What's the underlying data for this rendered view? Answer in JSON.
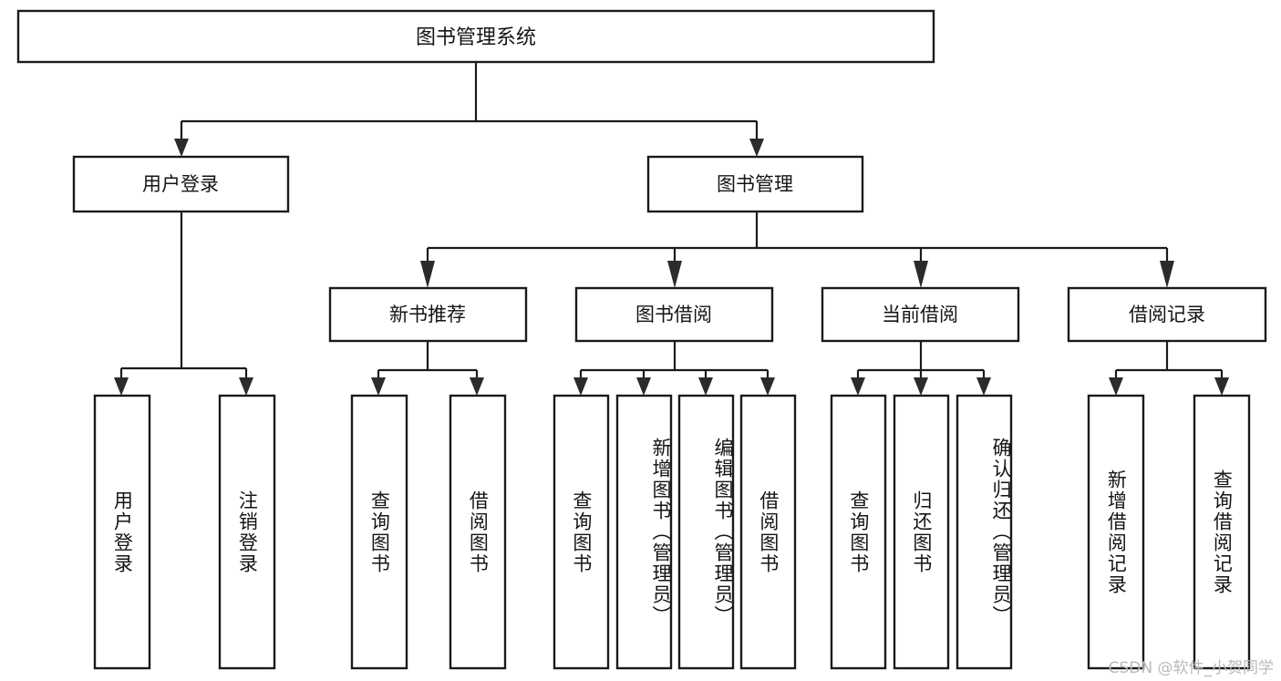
{
  "diagram": {
    "type": "tree",
    "title": "图书管理系统",
    "orientation": "top-down",
    "colors": {
      "box_stroke": "#1a1a1a",
      "box_fill": "#ffffff",
      "connector": "#1a1a1a",
      "label_text": "#141414",
      "background": "#ffffff",
      "watermark": "#b9b9b9"
    },
    "root": {
      "label": "图书管理系统"
    },
    "level2": [
      {
        "label": "用户登录"
      },
      {
        "label": "图书管理"
      }
    ],
    "level3": [
      {
        "label": "新书推荐"
      },
      {
        "label": "图书借阅"
      },
      {
        "label": "当前借阅"
      },
      {
        "label": "借阅记录"
      }
    ],
    "leaves": {
      "user_login": [
        {
          "label": "用户登录"
        },
        {
          "label": "注销登录"
        }
      ],
      "new_book_recommend": [
        {
          "label": "查询图书"
        },
        {
          "label": "借阅图书"
        }
      ],
      "book_borrow": [
        {
          "label": "查询图书"
        },
        {
          "label": "新增图书（管理员）"
        },
        {
          "label": "编辑图书（管理员）"
        },
        {
          "label": "借阅图书"
        }
      ],
      "current_borrow": [
        {
          "label": "查询图书"
        },
        {
          "label": "归还图书"
        },
        {
          "label": "确认归还（管理员）"
        }
      ],
      "borrow_record": [
        {
          "label": "新增借阅记录"
        },
        {
          "label": "查询借阅记录"
        }
      ]
    }
  },
  "watermark": {
    "text": "CSDN @软件_小贺同学"
  }
}
